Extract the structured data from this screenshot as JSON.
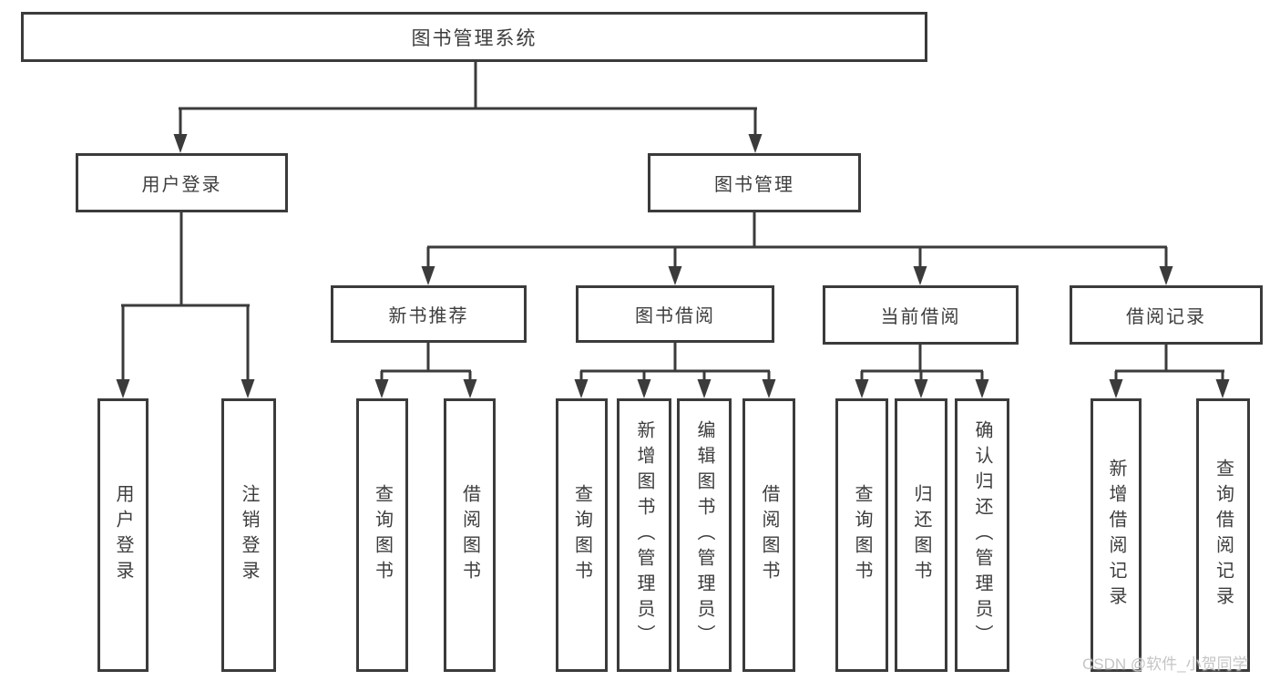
{
  "diagram": {
    "root": "图书管理系统",
    "level2": {
      "login": "用户登录",
      "manage": "图书管理"
    },
    "level3": {
      "new_book": "新书推荐",
      "borrow": "图书借阅",
      "current": "当前借阅",
      "record": "借阅记录"
    },
    "leaves": {
      "login": [
        "用户登录",
        "注销登录"
      ],
      "new_book": [
        "查询图书",
        "借阅图书"
      ],
      "borrow": [
        "查询图书",
        "新增图书（管理员）",
        "编辑图书（管理员）",
        "借阅图书"
      ],
      "current": [
        "查询图书",
        "归还图书",
        "确认归还（管理员）"
      ],
      "record": [
        "新增借阅记录",
        "查询借阅记录"
      ]
    }
  },
  "watermark": "CSDN @软件_小贺同学",
  "colors": {
    "line": "#3b3b3b",
    "text": "#3d3d3d",
    "box_bg": "#ffffff",
    "watermark": "#c5c5c5"
  }
}
